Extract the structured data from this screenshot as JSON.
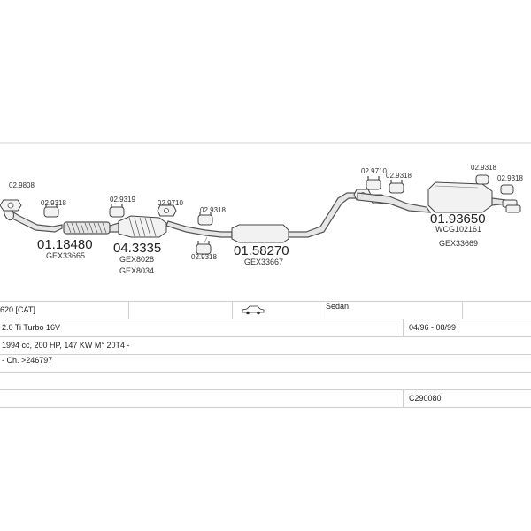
{
  "parts": [
    {
      "id": "p1",
      "code": "02.9808"
    },
    {
      "id": "p2",
      "code": "02.9318"
    },
    {
      "id": "p3",
      "code": "01.18480"
    },
    {
      "id": "p4",
      "code": "GEX33665"
    },
    {
      "id": "p5",
      "code": "02.9319"
    },
    {
      "id": "p6",
      "code": "04.3335"
    },
    {
      "id": "p7",
      "code": "GEX8028"
    },
    {
      "id": "p8",
      "code": "GEX8034"
    },
    {
      "id": "p9",
      "code": "02.9710"
    },
    {
      "id": "p10",
      "code": "02.9318"
    },
    {
      "id": "p11",
      "code": "02.9318"
    },
    {
      "id": "p12",
      "code": "01.58270"
    },
    {
      "id": "p13",
      "code": "GEX33667"
    },
    {
      "id": "p14",
      "code": "02.9710"
    },
    {
      "id": "p15",
      "code": "02.9318"
    },
    {
      "id": "p16",
      "code": "02.9318"
    },
    {
      "id": "p17",
      "code": "02.9318"
    },
    {
      "id": "p18",
      "code": "01.93650"
    },
    {
      "id": "p19",
      "code": "WCG102161"
    },
    {
      "id": "p20",
      "code": "GEX33669"
    }
  ],
  "info": {
    "model": "620  [CAT]",
    "body_type": "Sedan",
    "engine": "2.0 Ti Turbo 16V",
    "period": "04/96 - 08/99",
    "specs": "1994 cc, 200 HP, 147 KW M° 20T4 -",
    "chassis": "- Ch. >246797",
    "catalog_code": "C290080"
  },
  "icons": {
    "vehicle": "car-sedan-icon"
  }
}
